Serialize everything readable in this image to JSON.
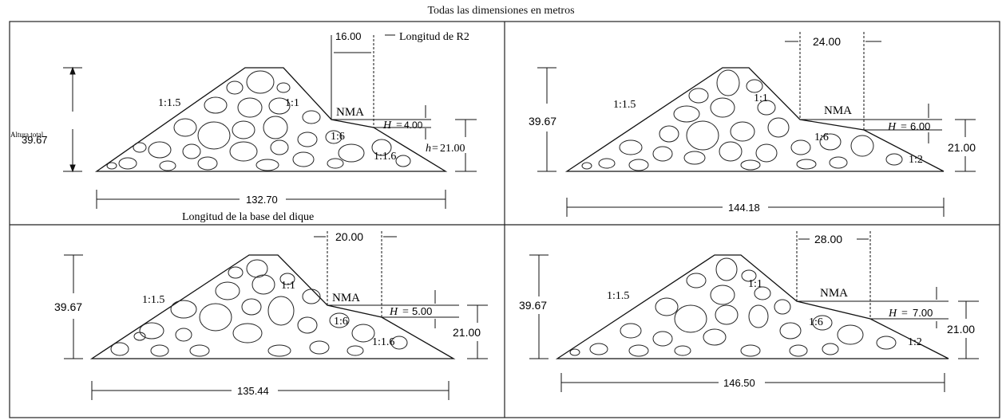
{
  "title": "Todas las dimensiones en metros",
  "panels": [
    {
      "crest_width": "16.00",
      "crest_width_note": "Longitud de R2",
      "total_height": "39.67",
      "total_height_note": "Altura total",
      "upstream_slope": "1:1.5",
      "crest_slope": "1:1",
      "berm_slope": "1:6",
      "downstream_slope": "1:1.6",
      "nma_label": "NMA",
      "H_label": "H",
      "H_value": "4.00",
      "h_label": "h",
      "h_value": "21.00",
      "base_length": "132.70",
      "base_note": "Longitud de la base del dique"
    },
    {
      "crest_width": "24.00",
      "total_height": "39.67",
      "upstream_slope": "1:1.5",
      "crest_slope": "1:1",
      "berm_slope": "1:6",
      "downstream_slope": "1:2",
      "nma_label": "NMA",
      "H_label": "H",
      "H_value": "6.00",
      "h_value": "21.00",
      "base_length": "144.18"
    },
    {
      "crest_width": "20.00",
      "total_height": "39.67",
      "upstream_slope": "1:1.5",
      "crest_slope": "1:1",
      "berm_slope": "1:6",
      "downstream_slope": "1:1.6",
      "nma_label": "NMA",
      "H_label": "H",
      "H_value": "5.00",
      "h_value": "21.00",
      "base_length": "135.44"
    },
    {
      "crest_width": "28.00",
      "total_height": "39.67",
      "upstream_slope": "1:1.5",
      "crest_slope": "1:1",
      "berm_slope": "1:6",
      "downstream_slope": "1:2",
      "nma_label": "NMA",
      "H_label": "H",
      "H_value": "7.00",
      "h_value": "21.00",
      "base_length": "146.50"
    }
  ]
}
